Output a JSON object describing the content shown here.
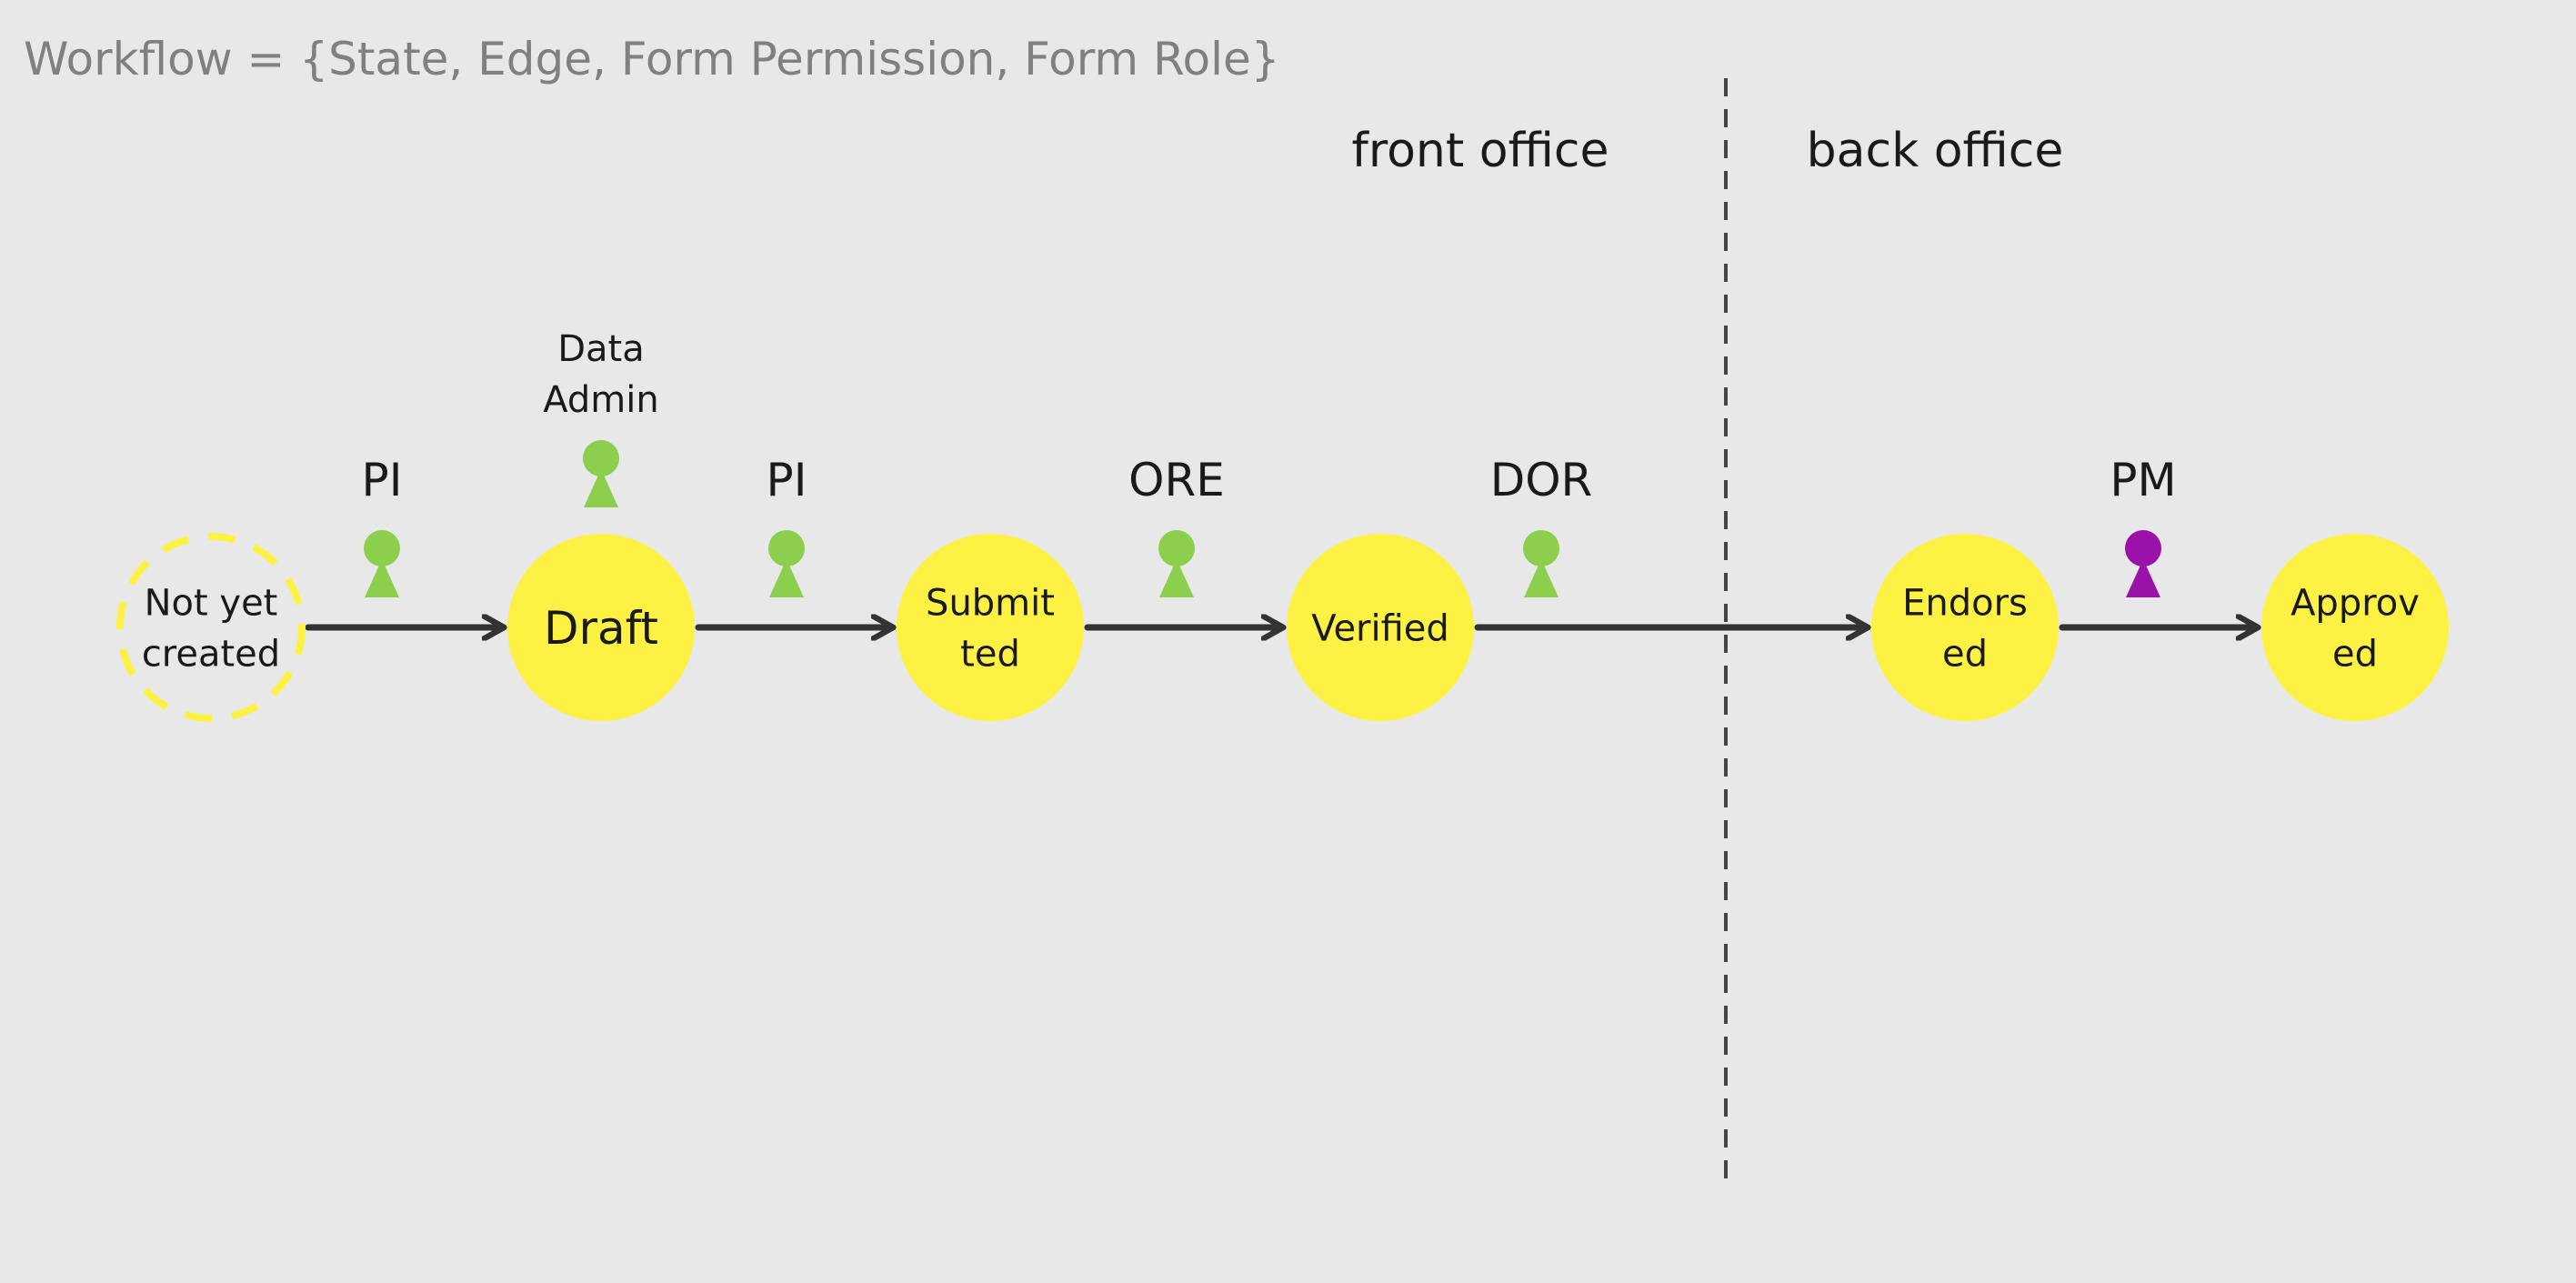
{
  "title": "Workflow = {State, Edge, Form Permission, Form Role}",
  "regions": {
    "front": "front office",
    "back": "back office"
  },
  "colors": {
    "background": "#e8e8e8",
    "state_fill": "#fdf244",
    "arrow": "#333333",
    "role_green": "#8ccf4d",
    "role_purple": "#9b12a8",
    "title_text": "#808080",
    "text": "#1a1a1a",
    "divider": "#444444"
  },
  "states": [
    {
      "id": "not-yet-created",
      "lines": [
        "Not yet",
        "created"
      ],
      "style": "dashed"
    },
    {
      "id": "draft",
      "lines": [
        "Draft"
      ],
      "style": "solid"
    },
    {
      "id": "submitted",
      "lines": [
        "Submit",
        "ted"
      ],
      "style": "solid"
    },
    {
      "id": "verified",
      "lines": [
        "Verified"
      ],
      "style": "solid"
    },
    {
      "id": "endorsed",
      "lines": [
        "Endors",
        "ed"
      ],
      "style": "solid"
    },
    {
      "id": "approved",
      "lines": [
        "Approv",
        "ed"
      ],
      "style": "solid"
    }
  ],
  "edges": [
    {
      "from": "not-yet-created",
      "to": "draft"
    },
    {
      "from": "draft",
      "to": "submitted"
    },
    {
      "from": "submitted",
      "to": "verified"
    },
    {
      "from": "verified",
      "to": "endorsed"
    },
    {
      "from": "endorsed",
      "to": "approved"
    }
  ],
  "roles": [
    {
      "id": "pi-1",
      "label": "PI",
      "color": "green"
    },
    {
      "id": "data-admin",
      "label": "Data Admin",
      "lines": [
        "Data",
        "Admin"
      ],
      "color": "green"
    },
    {
      "id": "pi-2",
      "label": "PI",
      "color": "green"
    },
    {
      "id": "ore",
      "label": "ORE",
      "color": "green"
    },
    {
      "id": "dor",
      "label": "DOR",
      "color": "green"
    },
    {
      "id": "pm",
      "label": "PM",
      "color": "purple"
    }
  ]
}
